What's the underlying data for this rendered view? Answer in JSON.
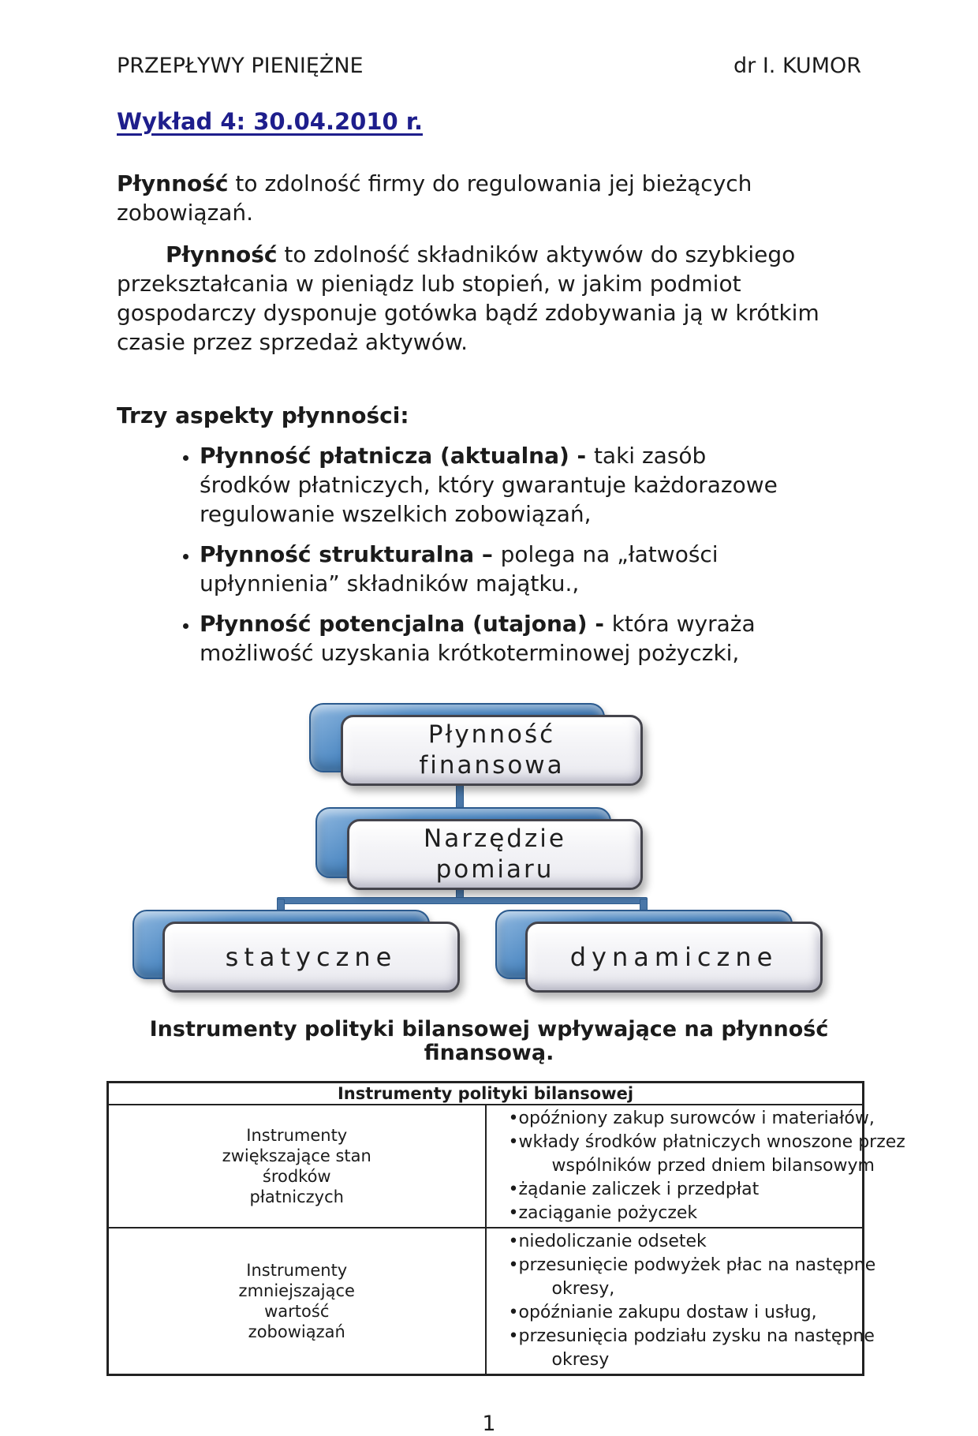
{
  "page": {
    "header_left": "PRZEPŁYWY PIENIĘŻNE",
    "header_right": "dr I. KUMOR",
    "lecture_title": "Wykład 4: 30.04.2010 r.",
    "page_number": "1"
  },
  "colors": {
    "heading_navy": "#1e1e8c",
    "diagram_box_blue": "#3c79b6",
    "diagram_connector_blue": "#4a77a8",
    "text": "#1b1b1b"
  },
  "paragraphs": {
    "p1_bold": "Płynność",
    "p1_rest": " to zdolność firmy do regulowania jej bieżących zobowiązań.",
    "p2_bold": "Płynność",
    "p2_rest": " to zdolność składników aktywów do szybkiego przekształcania w pieniądz lub stopień, w jakim podmiot gospodarczy dysponuje gotówka bądź zdobywania ją w krótkim czasie przez sprzedaż aktywów."
  },
  "aspects": {
    "heading": "Trzy aspekty płynności:",
    "items": [
      {
        "bold": "Płynność płatnicza (aktualna) - ",
        "text": "taki zasób środków płatniczych, który gwarantuje każdorazowe regulowanie wszelkich zobowiązań,"
      },
      {
        "bold": "Płynność strukturalna – ",
        "text": "polega na „łatwości upłynnienia” składników majątku.,"
      },
      {
        "bold": "Płynność potencjalna (utajona) - ",
        "text": "która wyraża możliwość uzyskania krótkoterminowej pożyczki,"
      }
    ]
  },
  "diagram": {
    "root": "Płynność\nfinansowa",
    "middle": "Narzędzie\npomiaru",
    "leaf_left": "statyczne",
    "leaf_right": "dynamiczne"
  },
  "table_section": {
    "title": "Instrumenty polityki bilansowej wpływające na płynność finansową.",
    "table": {
      "header": "Instrumenty polityki bilansowej",
      "rows": [
        {
          "label_lines": [
            "Instrumenty",
            "zwiększające stan",
            "środków",
            "płatniczych"
          ],
          "bullets": [
            "opóźniony zakup surowców i materiałów,",
            "wkłady środków płatniczych wnoszone przez wspólników przed dniem bilansowym",
            "żądanie zaliczek i przedpłat",
            "zaciąganie pożyczek"
          ]
        },
        {
          "label_lines": [
            "Instrumenty",
            "zmniejszające",
            "wartość",
            "zobowiązań"
          ],
          "bullets": [
            "niedoliczanie odsetek",
            "przesunięcie podwyżek płac na następne okresy,",
            "opóźnianie zakupu dostaw i usług,",
            "przesunięcia podziału zysku na następne okresy"
          ]
        }
      ]
    }
  }
}
